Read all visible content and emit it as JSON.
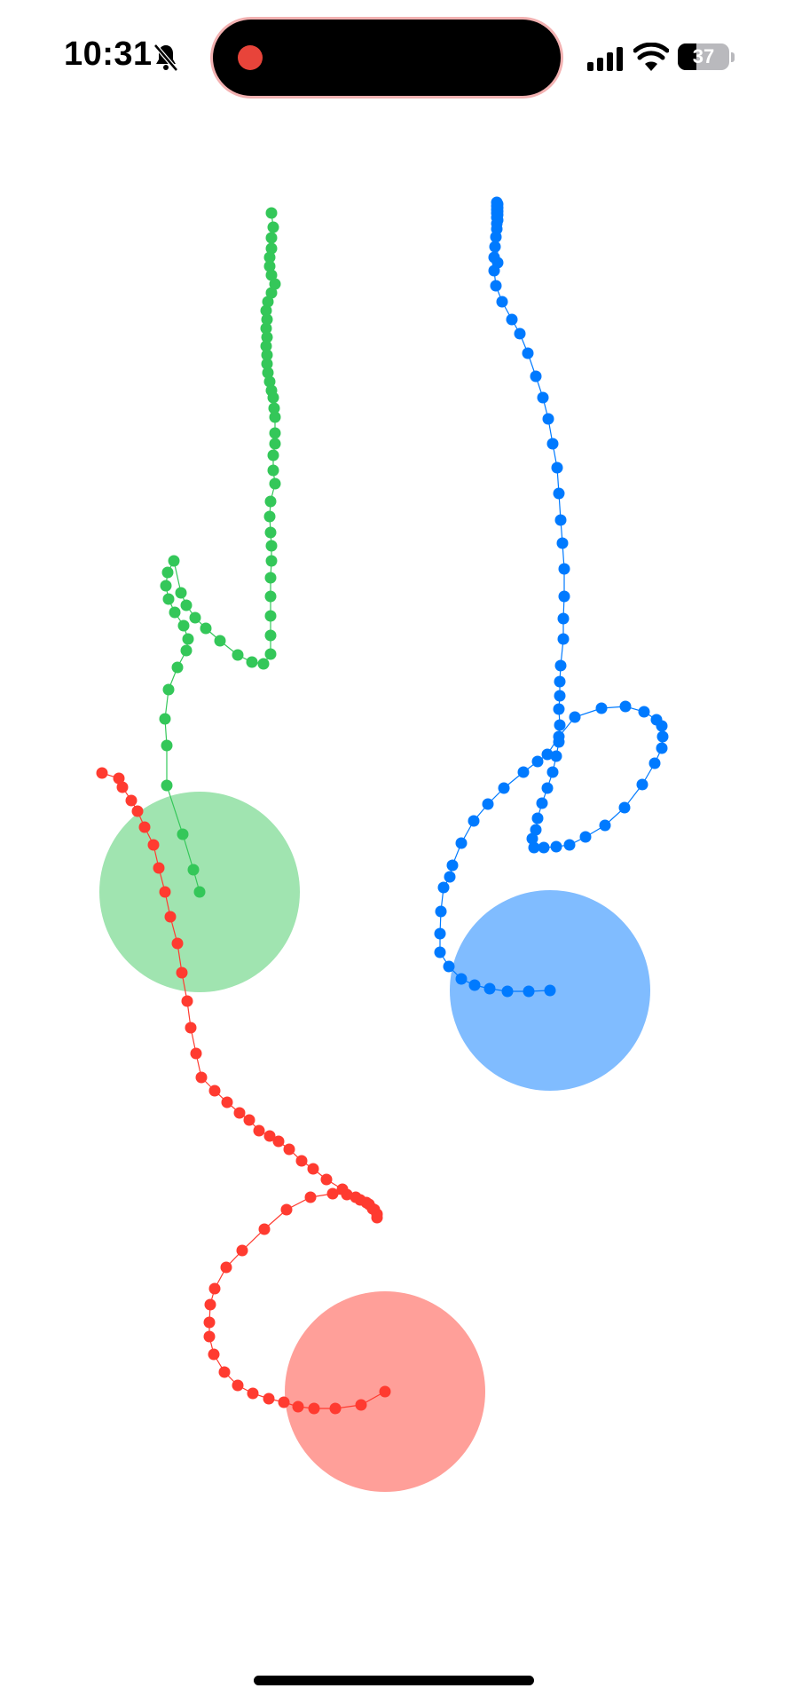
{
  "status_bar": {
    "time": "10:31",
    "battery_level": "37",
    "battery_fraction": 0.37,
    "icons": [
      "bell-slash-icon",
      "recording-dot-icon",
      "cellular-signal-icon",
      "wifi-icon",
      "battery-icon"
    ]
  },
  "paths": [
    {
      "id": "green",
      "color": "#34c759",
      "fill": "#a0e4b0"
    },
    {
      "id": "blue",
      "color": "#007aff",
      "fill": "#80bcff"
    },
    {
      "id": "red",
      "color": "#ff3b30",
      "fill": "#ff9f99"
    }
  ]
}
